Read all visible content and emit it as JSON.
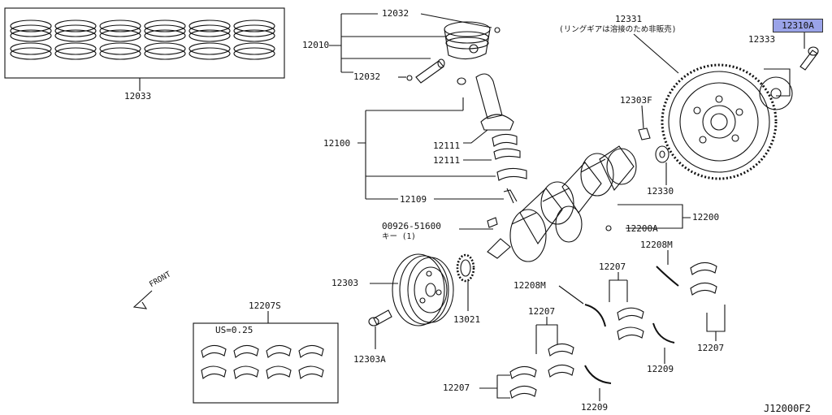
{
  "diagram": {
    "part_labels": {
      "p12033": "12033",
      "p12032_top": "12032",
      "p12010": "12010",
      "p12032_bottom": "12032",
      "p12100": "12100",
      "p12111_a": "12111",
      "p12111_b": "12111",
      "p12109": "12109",
      "p00926": "00926-51600",
      "key_note": "キー (1)",
      "p12331": "12331",
      "p12331_note": "(リングギアは溶接のため非販売)",
      "p12310A": "12310A",
      "p12333": "12333",
      "p12303F": "12303F",
      "p12330": "12330",
      "p12200": "12200",
      "p12200A": "12200A",
      "p12208M_right": "12208M",
      "p12207_a": "12207",
      "p12208M_left": "12208M",
      "p12207_b": "12207",
      "p12207_c": "12207",
      "p12207_d": "12207",
      "p12209_a": "12209",
      "p12209_b": "12209",
      "p12303": "12303",
      "p13021": "13021",
      "p12303A": "12303A",
      "p12207S": "12207S",
      "us_note": "US=0.25",
      "front": "FRONT",
      "diagram_id": "J12000F2"
    },
    "highlight_color": "#9aa3e8"
  }
}
